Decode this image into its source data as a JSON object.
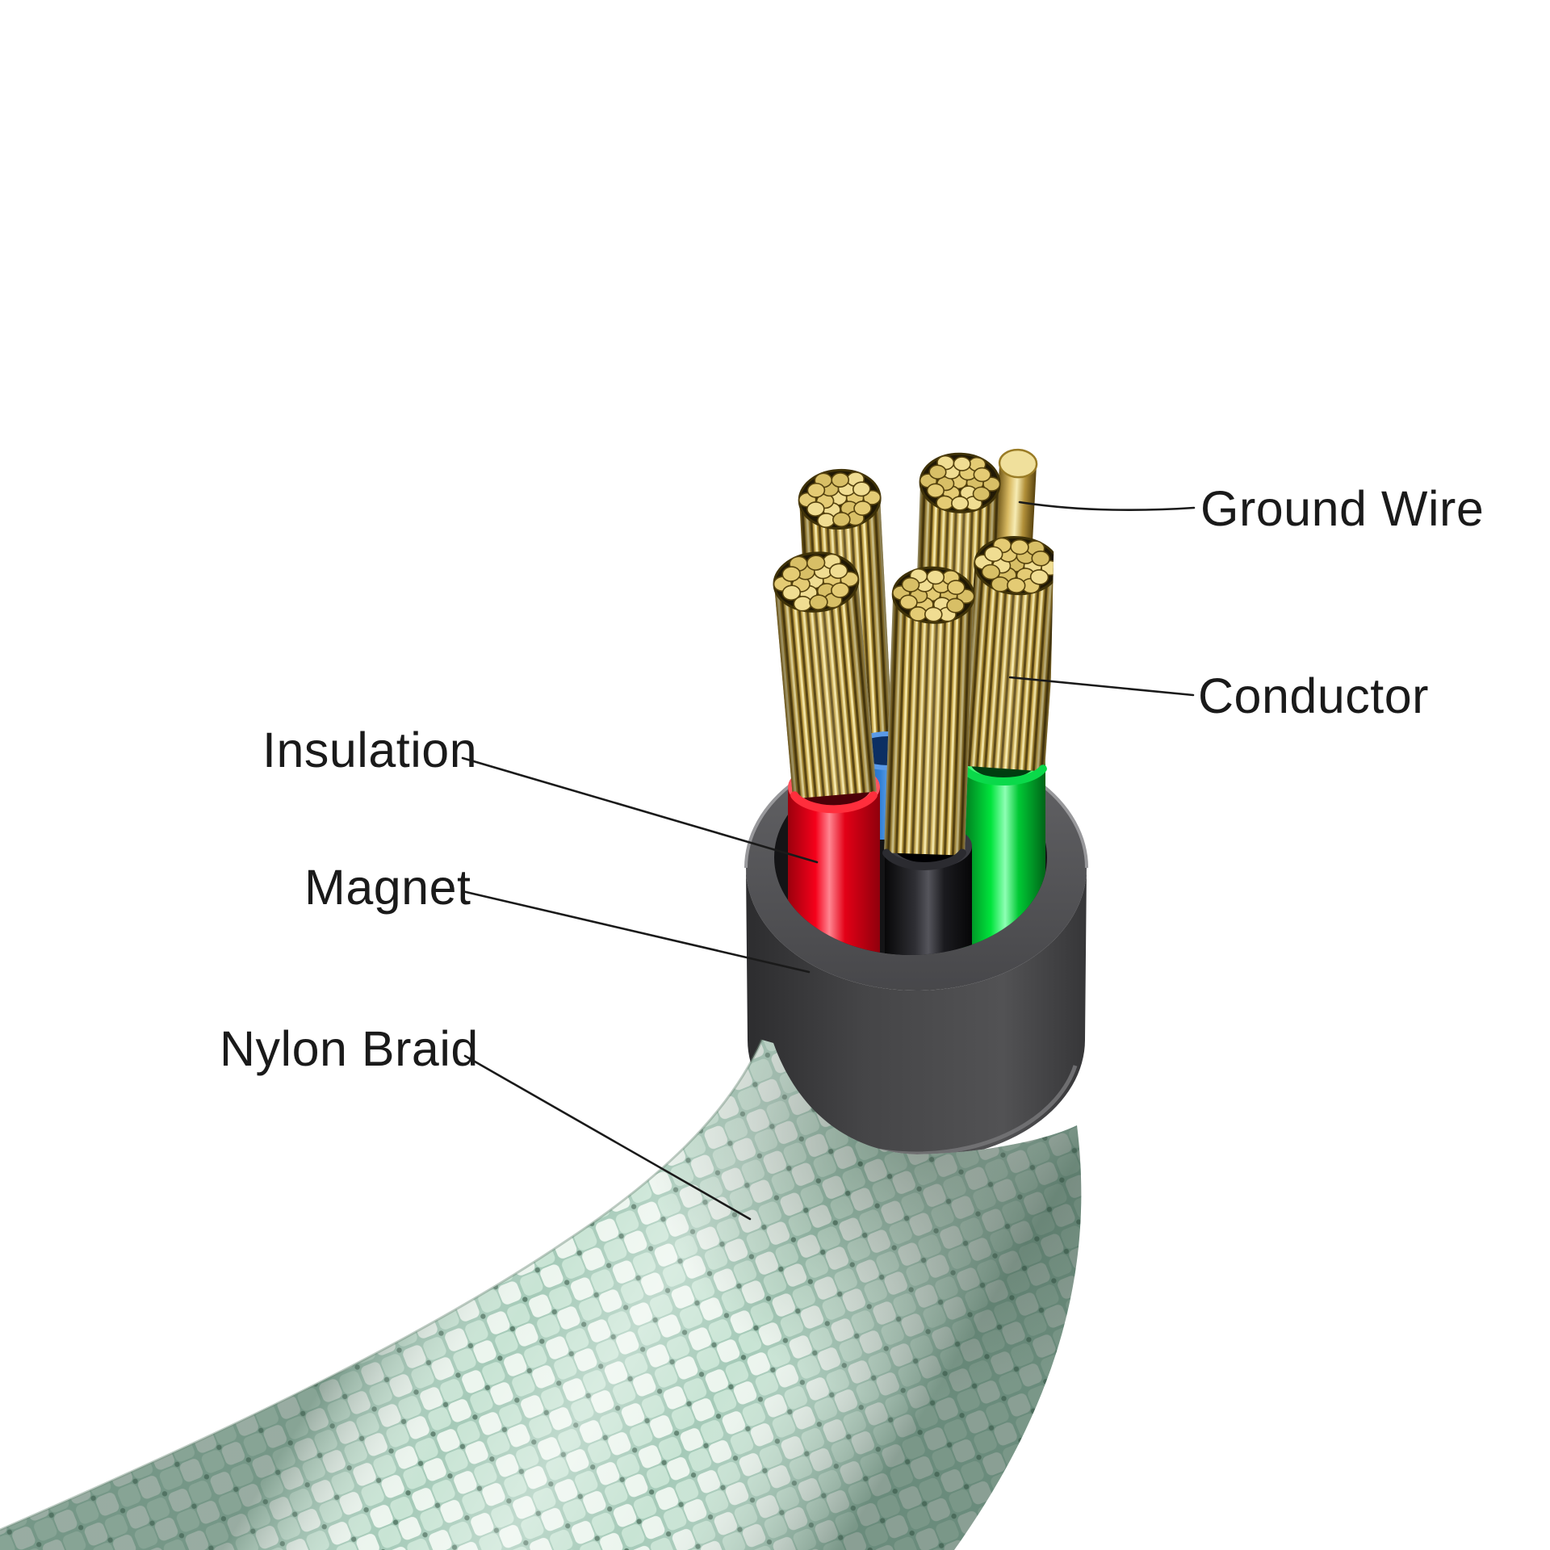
{
  "figure": {
    "type": "cable-cutaway-diagram",
    "background": "#ffffff",
    "labels": {
      "ground_wire": "Ground Wire",
      "conductor": "Conductor",
      "insulation": "Insulation",
      "magnet": "Magnet",
      "nylon_braid": "Nylon Braid"
    },
    "colors": {
      "label_text": "#1a1a1a",
      "leader_line": "#1a1a1a",
      "conductor_gold": "#cfae55",
      "ground_wire_gold": "#ecd88e",
      "insulation_red": "#f5001a",
      "insulation_black": "#17171a",
      "insulation_green": "#00e43c",
      "insulation_blue": "#2f7fd6",
      "magnet_gray": "#434345",
      "braid_mint": "#c8e4d4",
      "braid_white": "#ecf5ee"
    }
  }
}
